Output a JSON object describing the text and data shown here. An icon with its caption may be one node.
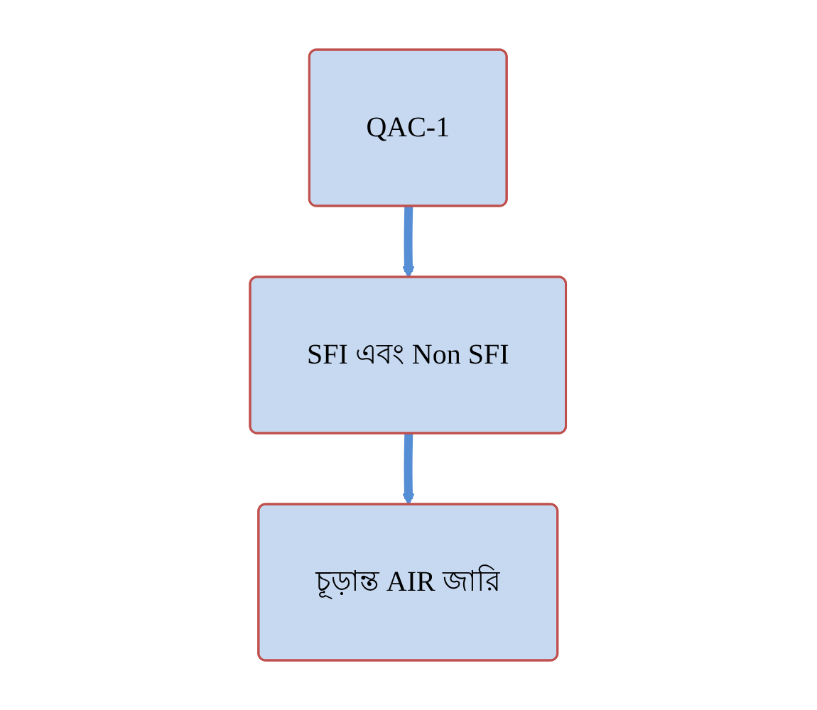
{
  "diagram": {
    "nodes": [
      {
        "text": [
          "QAC-1"
        ]
      },
      {
        "text": [
          "SFI এবং Non SFI"
        ]
      },
      {
        "text": [
          "চূড়ান্ত AIR জারি"
        ]
      }
    ],
    "edges": [
      {
        "from": 0,
        "to": 1,
        "arrow": "to"
      },
      {
        "from": 1,
        "to": 2,
        "arrow": "to"
      }
    ]
  }
}
